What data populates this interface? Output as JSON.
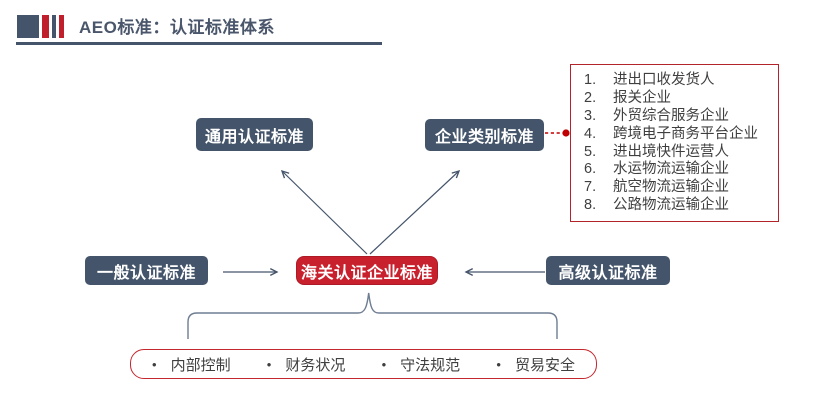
{
  "slide": {
    "title": "AEO标准：认证标准体系"
  },
  "diagram": {
    "top_boxes": {
      "general": "通用认证标准",
      "category": "企业类别标准"
    },
    "center_box": "海关认证企业标准",
    "left_box": "一般认证标准",
    "right_box": "高级认证标准",
    "category_list": {
      "items": [
        {
          "num": "1.",
          "label": "进出口收发货人"
        },
        {
          "num": "2.",
          "label": "报关企业"
        },
        {
          "num": "3.",
          "label": "外贸综合服务企业"
        },
        {
          "num": "4.",
          "label": "跨境电子商务平台企业"
        },
        {
          "num": "5.",
          "label": "进出境快件运营人"
        },
        {
          "num": "6.",
          "label": "水运物流运输企业"
        },
        {
          "num": "7.",
          "label": "航空物流运输企业"
        },
        {
          "num": "8.",
          "label": "公路物流运输企业"
        }
      ]
    },
    "criteria": {
      "bullet": "•",
      "items": [
        "内部控制",
        "财务状况",
        "守法规范",
        "贸易安全"
      ]
    }
  },
  "colors": {
    "slate": "#44546A",
    "accent_red": "#C9202D",
    "list_border_red": "#B3242A",
    "text_gray": "#3F3F3F"
  }
}
